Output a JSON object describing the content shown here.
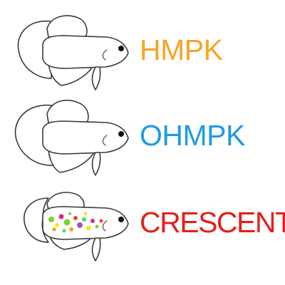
{
  "rows": [
    {
      "label": "HMPK",
      "color": "#F5A623"
    },
    {
      "label": "OHMPK",
      "color": "#1E9BE3"
    },
    {
      "label": "CRESCENT",
      "color": "#E2211C"
    }
  ]
}
